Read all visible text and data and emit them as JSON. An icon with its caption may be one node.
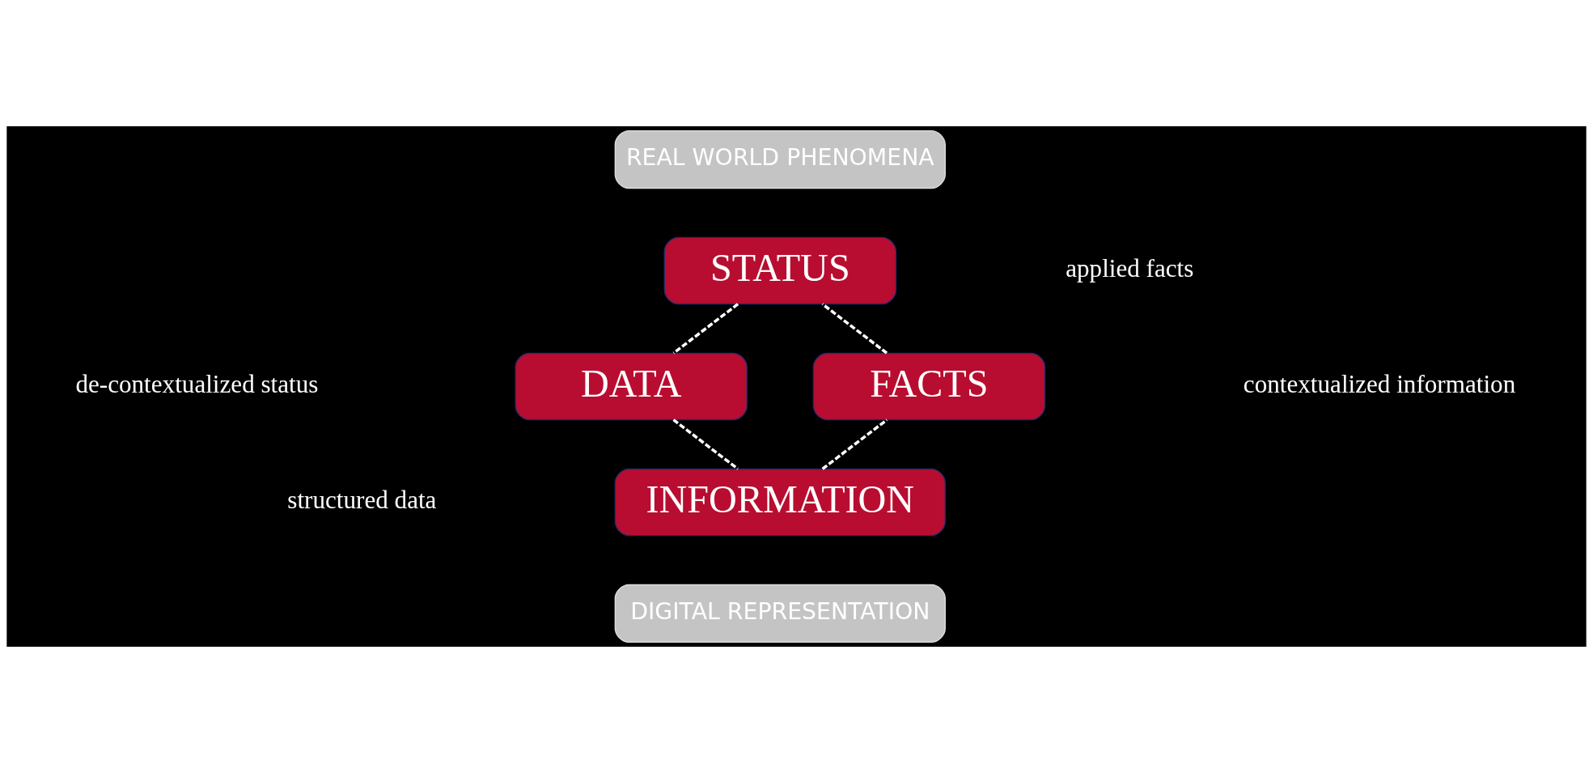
{
  "diagram": {
    "nodes": [
      {
        "text": [
          "REAL WORLD PHENOMENA"
        ]
      },
      {
        "text": [
          "STATUS"
        ]
      },
      {
        "text": [
          "DATA"
        ]
      },
      {
        "text": [
          "FACTS"
        ]
      },
      {
        "text": [
          "INFORMATION"
        ]
      },
      {
        "text": [
          "DIGITAL REPRESENTATION"
        ]
      }
    ],
    "edges": [
      {
        "from": 1,
        "to": 2,
        "arrow": "none",
        "style": "dashed"
      },
      {
        "from": 2,
        "to": 4,
        "arrow": "none",
        "style": "dashed"
      },
      {
        "from": 4,
        "to": 3,
        "arrow": "none",
        "style": "dashed"
      },
      {
        "from": 3,
        "to": 1,
        "arrow": "none",
        "style": "dashed"
      }
    ],
    "labels": [
      "applied facts",
      "de-contextualized status",
      "contextualized information",
      "structured data"
    ]
  }
}
